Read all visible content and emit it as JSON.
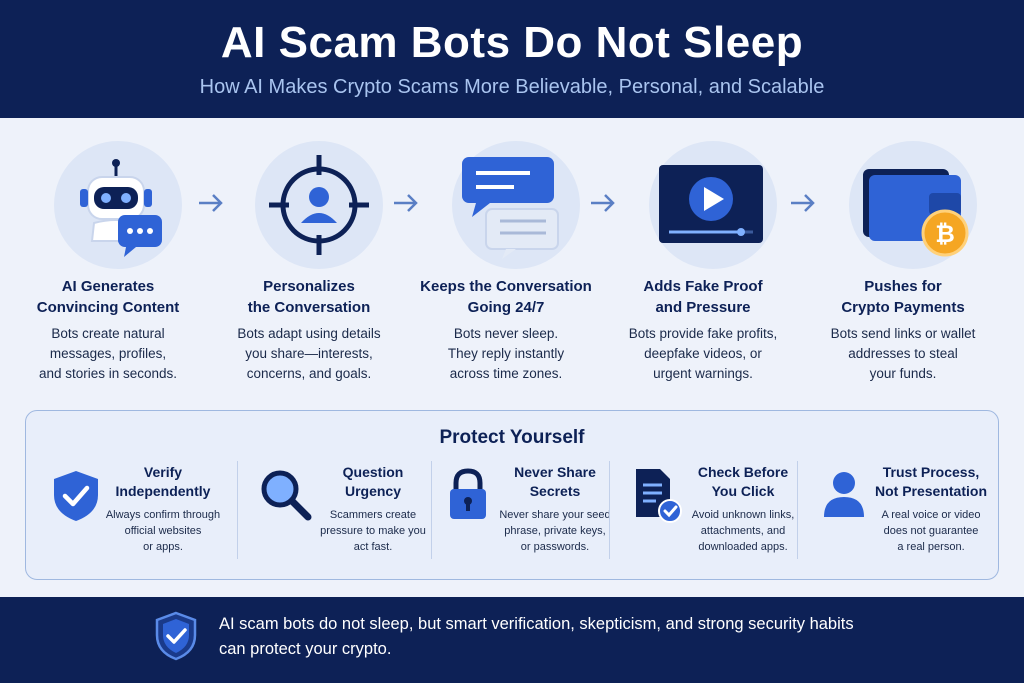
{
  "header": {
    "title": "AI Scam Bots Do Not Sleep",
    "subtitle": "How AI Makes Crypto Scams More Believable, Personal, and Scalable"
  },
  "steps": [
    {
      "title": "AI Generates\nConvincing Content",
      "desc": "Bots create natural\nmessages, profiles,\nand stories in seconds.",
      "icon": "robot-chat-icon"
    },
    {
      "title": "Personalizes\nthe Conversation",
      "desc": "Bots adapt using details\nyou share—interests,\nconcerns, and goals.",
      "icon": "target-user-icon"
    },
    {
      "title": "Keeps the Conversation\nGoing 24/7",
      "desc": "Bots never sleep.\nThey reply instantly\nacross time zones.",
      "icon": "chat-bubbles-icon"
    },
    {
      "title": "Adds Fake Proof\nand Pressure",
      "desc": "Bots provide fake profits,\ndeepfake videos, or\nurgent warnings.",
      "icon": "video-player-icon"
    },
    {
      "title": "Pushes for\nCrypto Payments",
      "desc": "Bots send links or wallet\naddresses to steal\nyour funds.",
      "icon": "wallet-bitcoin-icon"
    }
  ],
  "protect": {
    "title": "Protect Yourself",
    "tips": [
      {
        "title": "Verify\nIndependently",
        "desc": "Always confirm through\nofficial websites\nor apps.",
        "icon": "shield-check-icon"
      },
      {
        "title": "Question\nUrgency",
        "desc": "Scammers create\npressure to make you\nact fast.",
        "icon": "magnifier-icon"
      },
      {
        "title": "Never Share\nSecrets",
        "desc": "Never share your seed\nphrase, private keys,\nor passwords.",
        "icon": "padlock-icon"
      },
      {
        "title": "Check Before\nYou Click",
        "desc": "Avoid unknown links,\nattachments, and\ndownloaded apps.",
        "icon": "document-check-icon"
      },
      {
        "title": "Trust Process,\nNot Presentation",
        "desc": "A real voice or video\ndoes not guarantee\na real person.",
        "icon": "person-icon"
      }
    ]
  },
  "footer": {
    "text": "AI scam bots do not sleep, but smart verification, skepticism, and strong security habits\ncan protect your crypto."
  },
  "colors": {
    "navy": "#0d2156",
    "accent": "#2f63d6",
    "icon_circle": "#dde6f6",
    "bitcoin": "#f5a623"
  }
}
